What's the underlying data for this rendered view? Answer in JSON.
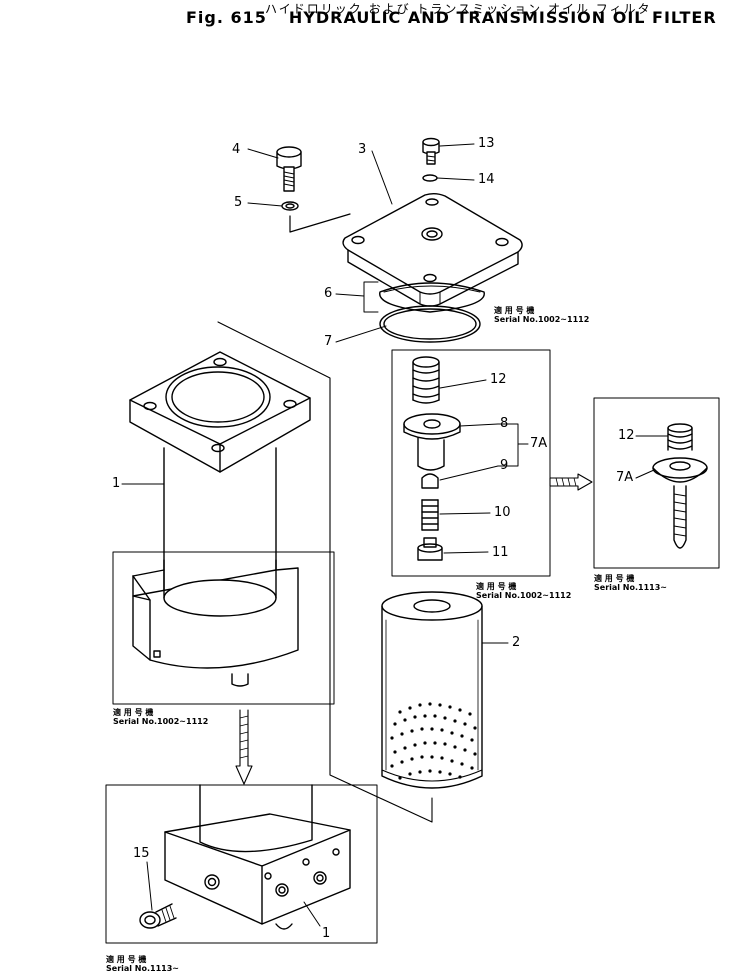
{
  "title": {
    "japanese": "ハイドロリック および トランスミッション オイル フィルタ",
    "figure": "Fig. 615",
    "name": "HYDRAULIC AND TRANSMISSION OIL FILTER"
  },
  "callouts": [
    "4",
    "5",
    "3",
    "13",
    "14",
    "6",
    "7",
    "12",
    "8",
    "9",
    "7A",
    "10",
    "11",
    "2",
    "1",
    "15",
    "1",
    "12",
    "7A"
  ],
  "serial_notes": [
    {
      "jp": "適 用 号 機",
      "text": "Serial No.1002~1112"
    },
    {
      "jp": "適 用 号 機",
      "text": "Serial No.1002~1112"
    },
    {
      "jp": "適 用 号 機",
      "text": "Serial No.1113~"
    },
    {
      "jp": "適 用 号 機",
      "text": "Serial No.1002~1112"
    },
    {
      "jp": "適 用 号 機",
      "text": "Serial No.1113~"
    }
  ]
}
